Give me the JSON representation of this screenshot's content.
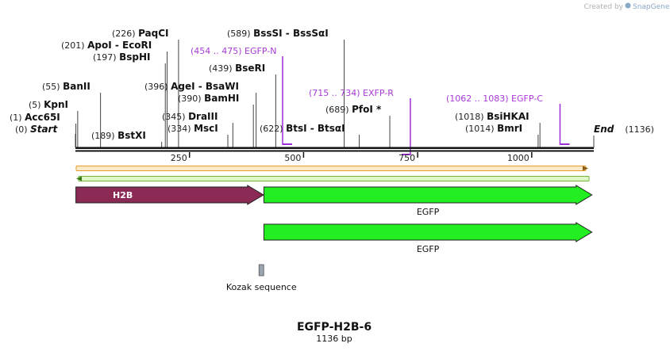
{
  "credit": {
    "prefix": "Created by",
    "brand": "SnapGene"
  },
  "sequence": {
    "name": "EGFP-H2B-6",
    "length_label": "1136 bp",
    "length": 1136
  },
  "ends": [
    {
      "pos_label": "(0)",
      "name": "Start",
      "pos": 0
    },
    {
      "pos_label": "(1136)",
      "name": "End",
      "pos": 1136
    }
  ],
  "sites": [
    {
      "pos_label": "(1)",
      "name": "Acc65I",
      "pos": 1
    },
    {
      "pos_label": "(5)",
      "name": "KpnI",
      "pos": 5
    },
    {
      "pos_label": "(55)",
      "name": "BanII",
      "pos": 55
    },
    {
      "pos_label": "(189)",
      "name": "BstXI",
      "pos": 189
    },
    {
      "pos_label": "(197)",
      "name": "BspHI",
      "pos": 197
    },
    {
      "pos_label": "(201)",
      "name": "ApoI  - EcoRI",
      "pos": 201
    },
    {
      "pos_label": "(226)",
      "name": "PaqCI",
      "pos": 226
    },
    {
      "pos_label": "(334)",
      "name": "MscI",
      "pos": 334
    },
    {
      "pos_label": "(345)",
      "name": "DraIII",
      "pos": 345
    },
    {
      "pos_label": "(390)",
      "name": "BamHI",
      "pos": 390
    },
    {
      "pos_label": "(396)",
      "name": "AgeI  - BsaWI",
      "pos": 396
    },
    {
      "pos_label": "(439)",
      "name": "BseRI",
      "pos": 439
    },
    {
      "pos_label": "(589)",
      "name": "BssSI  - BssSαI",
      "pos": 589
    },
    {
      "pos_label": "(622)",
      "name": "BtsI  - BtsαI",
      "pos": 622
    },
    {
      "pos_label": "(689)",
      "name": "PfoI *",
      "pos": 689
    },
    {
      "pos_label": "(1014)",
      "name": "BmrI",
      "pos": 1014
    },
    {
      "pos_label": "(1018)",
      "name": "BsiHKAI",
      "pos": 1018
    }
  ],
  "primers": [
    {
      "range_label": "(454 .. 475)",
      "name": "EGFP-N",
      "start": 454,
      "end": 475,
      "strand": "forward"
    },
    {
      "range_label": "(715 .. 734)",
      "name": "EXFP-R",
      "start": 715,
      "end": 734,
      "strand": "reverse"
    },
    {
      "range_label": "(1062 .. 1083)",
      "name": "EGFP-C",
      "start": 1062,
      "end": 1083,
      "strand": "forward"
    }
  ],
  "ruler": {
    "ticks": [
      "250",
      "500",
      "750",
      "1000"
    ],
    "tick_values": [
      250,
      500,
      750,
      1000
    ]
  },
  "features": [
    {
      "name": "H2B",
      "start": 1,
      "end": 412,
      "color": "#8b2a55",
      "label_inside": true
    },
    {
      "name": "EGFP",
      "start": 413,
      "end": 1132,
      "color": "#22ee22",
      "label_inside": false
    },
    {
      "name": "EGFP",
      "start": 413,
      "end": 1132,
      "color": "#22ee22",
      "label_inside": false
    },
    {
      "name": "Kozak sequence",
      "start": 404,
      "end": 412,
      "color": "#9aa4b0",
      "label_inside": false
    }
  ],
  "colors": {
    "backbone": "#111111",
    "site_line": "#444444",
    "primer": "#9b2ed6",
    "orf_forward_fill": "#f5a623",
    "orf_reverse_fill": "#7ed321"
  }
}
